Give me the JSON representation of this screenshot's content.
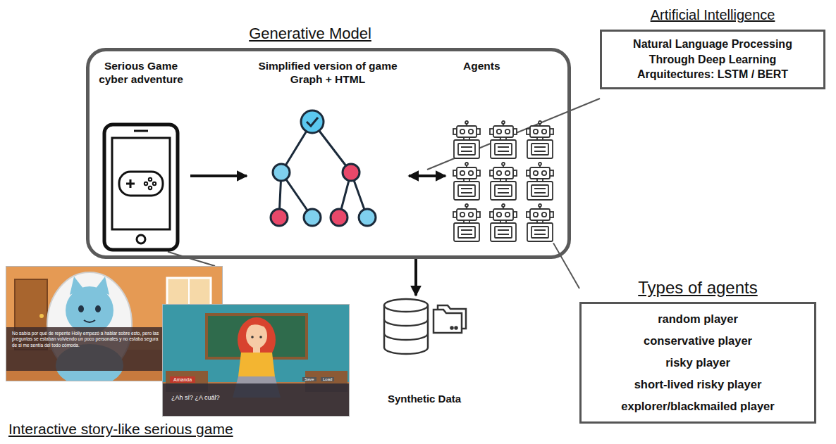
{
  "diagram": {
    "nodes": [
      {
        "text": [
          "Generative Model"
        ]
      },
      {
        "text": [
          "Serious Game cyber adventure"
        ],
        "in": 0
      },
      {
        "text": [
          "Simplified version of game Graph + HTML"
        ],
        "in": 0
      },
      {
        "text": [
          "Agents"
        ],
        "in": 0
      },
      {
        "text": [
          "Artificial Intelligence",
          "Natural Language Processing Through Deep Learning Arquitectures: LSTM / BERT"
        ]
      },
      {
        "text": [
          "Synthetic Data"
        ]
      },
      {
        "text": [
          "Types of agents",
          "random player",
          "conservative player",
          "risky player",
          "short-lived risky player",
          "explorer/blackmailed player"
        ]
      },
      {
        "text": [
          "No sabía por qué de repente Holly empezó a hablar sobre esto, pero las preguntas se estaban volviendo un poco personales y no estaba segura de si me sentía del todo cómoda."
        ]
      },
      {
        "text": [
          "Amanda",
          "Save",
          "Load",
          "¿Ah sí? ¿A cuál?"
        ]
      }
    ],
    "edges": [
      {
        "from": 1,
        "to": 2,
        "arrow": "to"
      },
      {
        "from": 2,
        "to": 3,
        "arrow": "both"
      },
      {
        "from": 0,
        "to": 5,
        "arrow": "to"
      },
      {
        "from": 3,
        "to": 6,
        "arrow": "none"
      },
      {
        "from": 1,
        "to": 7,
        "arrow": "none"
      }
    ],
    "labels": [
      "Interactive story-like serious game"
    ]
  }
}
